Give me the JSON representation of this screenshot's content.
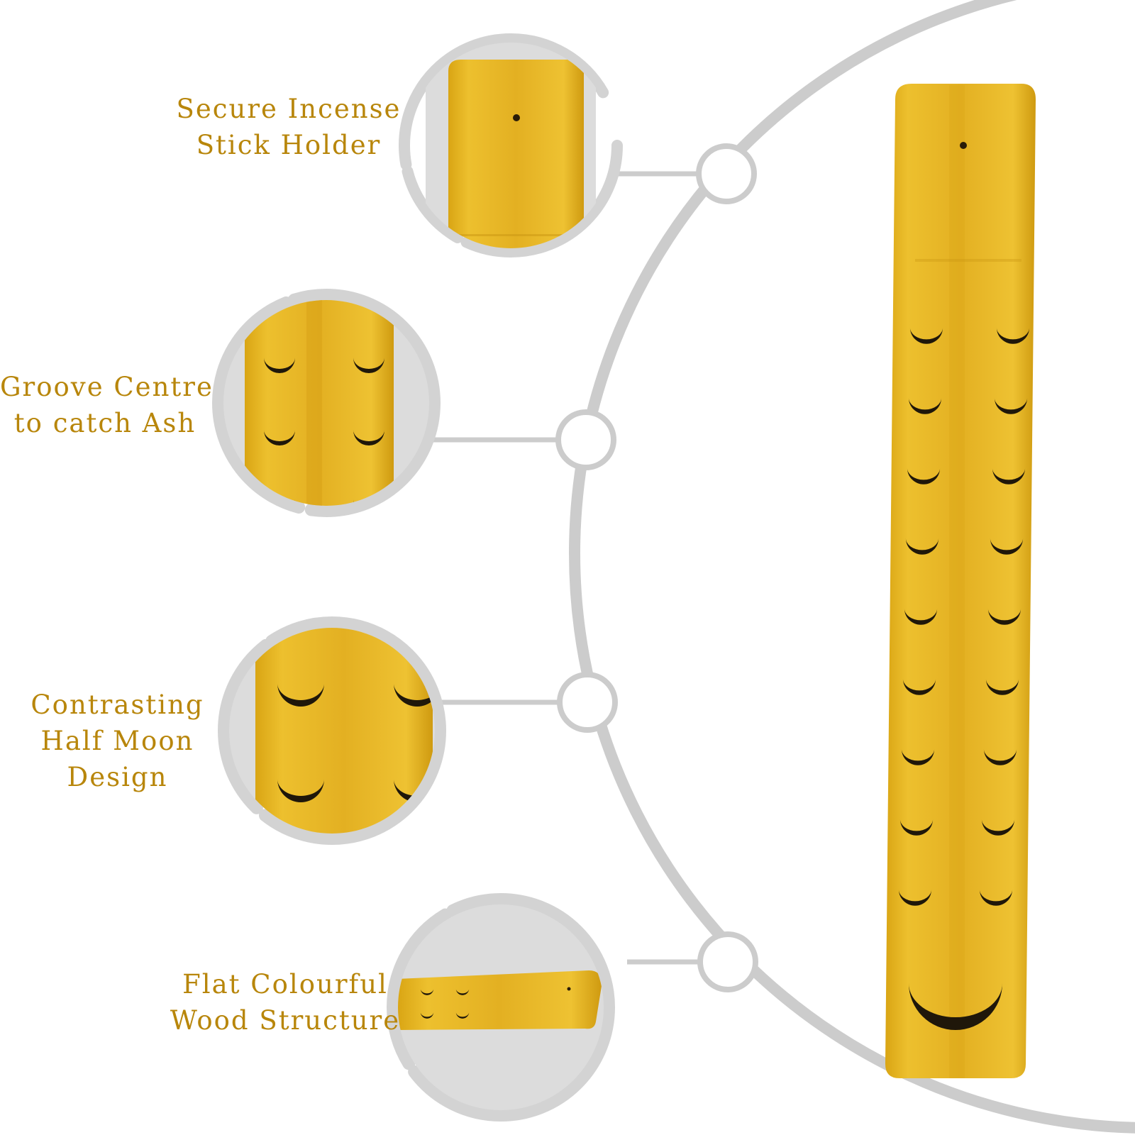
{
  "colors": {
    "label_text": "#b8860b",
    "wood": "#e6b422",
    "wood_dark": "#cf9d12",
    "wood_light": "#f0c83a",
    "moon": "#1f170a",
    "connector": "#cccccc",
    "brush_ring": "#d3d3d3"
  },
  "features": [
    {
      "lines": [
        "Secure Incense",
        "Stick Holder"
      ]
    },
    {
      "lines": [
        "Groove Centre",
        "to catch Ash"
      ]
    },
    {
      "lines": [
        "Contrasting",
        "Half Moon",
        "Design"
      ]
    },
    {
      "lines": [
        "Flat Colourful",
        "Wood Structure"
      ]
    }
  ],
  "product": {
    "name_icon": "incense-stick-holder",
    "crescent_rows": 9,
    "large_crescent_count": 1
  }
}
